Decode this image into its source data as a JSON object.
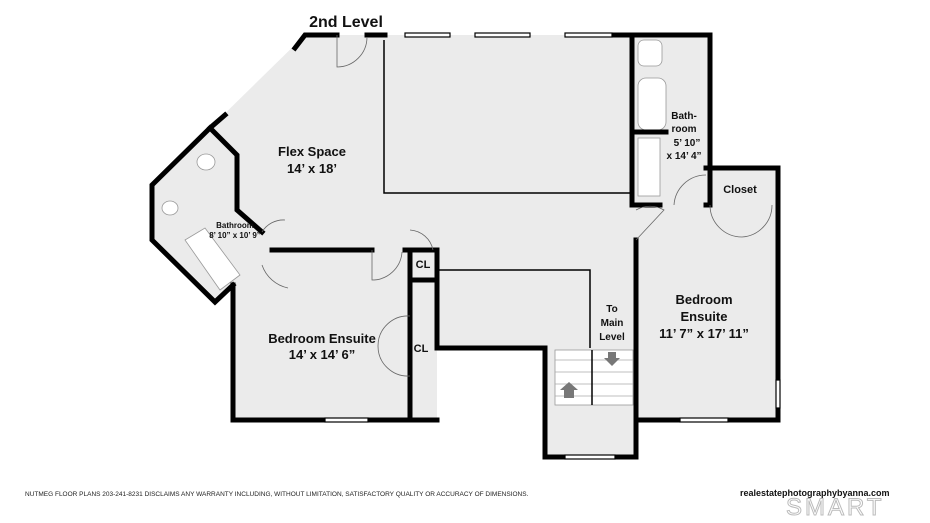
{
  "title": "2nd Level",
  "rooms": {
    "flex": {
      "name": "Flex Space",
      "size": "14’ x 18’"
    },
    "bath_left": {
      "name": "Bathroom",
      "size": "8’ 10” x 10’ 9”"
    },
    "bath_right": {
      "name1": "Bath-",
      "name2": "room",
      "size1": "5’ 10”",
      "size2": "x 14’ 4”"
    },
    "closet": {
      "name": "Closet"
    },
    "cl1": {
      "name": "CL"
    },
    "cl2": {
      "name": "CL"
    },
    "bedroom_left": {
      "name": "Bedroom Ensuite",
      "size": "14’ x 14’ 6”"
    },
    "bedroom_right": {
      "name1": "Bedroom",
      "name2": "Ensuite",
      "size": "11’ 7” x 17’ 11”"
    },
    "stairs": {
      "line1": "To",
      "line2": "Main",
      "line3": "Level"
    }
  },
  "footer": {
    "disclaimer": "NUTMEG FLOOR PLANS 203-241-8231 DISCLAIMS ANY WARRANTY INCLUDING, WITHOUT LIMITATION, SATISFACTORY QUALITY OR ACCURACY OF DIMENSIONS.",
    "website": "realestatephotographybyanna.com",
    "logo": "SMART MLS"
  },
  "colors": {
    "floor": "#ebebeb",
    "wall": "#000000"
  }
}
